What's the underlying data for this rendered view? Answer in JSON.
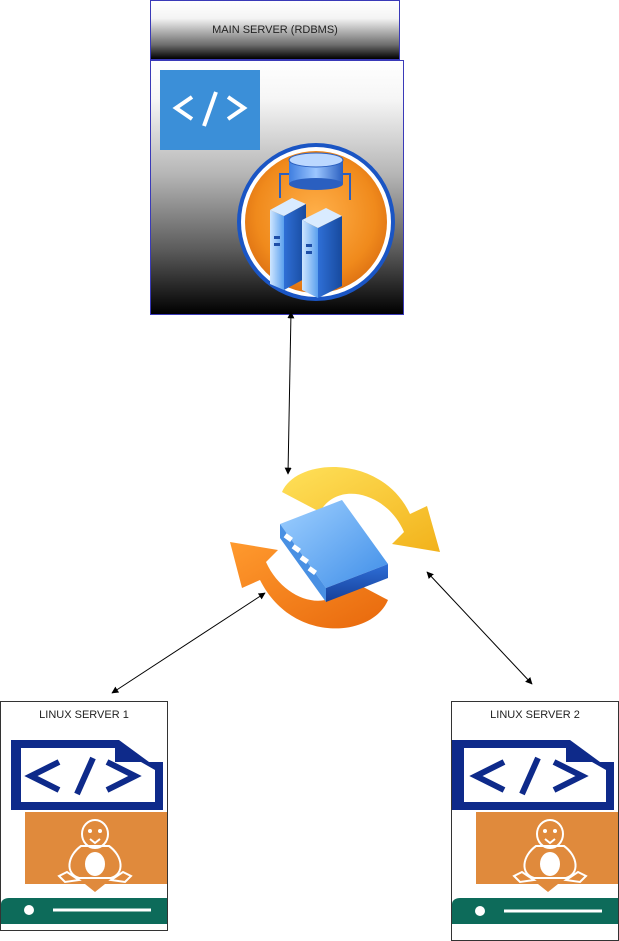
{
  "main_server": {
    "title": "MAIN SERVER (RDBMS)"
  },
  "linux_servers": [
    {
      "title": "LINUX SERVER 1"
    },
    {
      "title": "LINUX SERVER 2"
    }
  ],
  "icons": {
    "code": "code-icon",
    "database_server": "database-server-icon",
    "router": "router-sync-icon",
    "linux": "linux-penguin-icon",
    "code_file": "code-file-icon",
    "drive": "drive-icon"
  },
  "colors": {
    "border_blue": "#3a3ab8",
    "code_tile": "#3b8fd8",
    "server_orange": "#f08a1c",
    "linux_orange": "#e08a3c",
    "dark_navy": "#0e2a8a",
    "drive_green": "#0d6b5a",
    "sync_yellow": "#f6c62a",
    "sync_orange": "#ef7d14"
  }
}
